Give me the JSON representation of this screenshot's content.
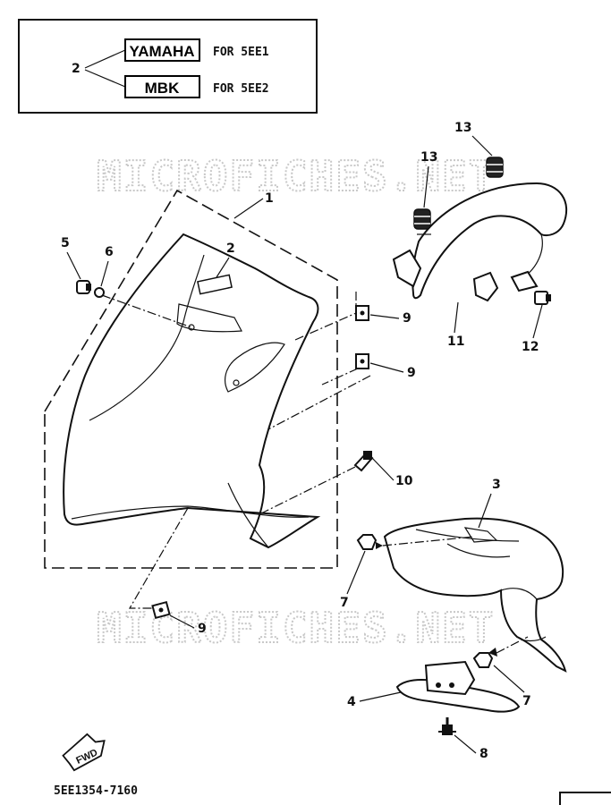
{
  "legend": {
    "callout": "2",
    "brands": [
      {
        "badge": "YAMAHA",
        "note": "FOR 5EE1"
      },
      {
        "badge": "MBK",
        "note": "FOR 5EE2"
      }
    ]
  },
  "watermark": "MICROFICHES.NET",
  "callouts": {
    "front_cover": "1",
    "emblem": "2",
    "leg_shield": "3",
    "plate": "4",
    "bolt_left": "5",
    "washer": "6",
    "nut_inner": "7",
    "nut_outer": "7",
    "screw_bottom": "8",
    "nut_clip_a": "9",
    "nut_clip_b": "9",
    "nut_clip_c": "9",
    "screw_mid": "10",
    "front_fender": "11",
    "bolt_fender": "12",
    "damper_a": "13",
    "damper_b": "13"
  },
  "fwd_label": "FWD",
  "drawing_code": "5EE1354-7160"
}
